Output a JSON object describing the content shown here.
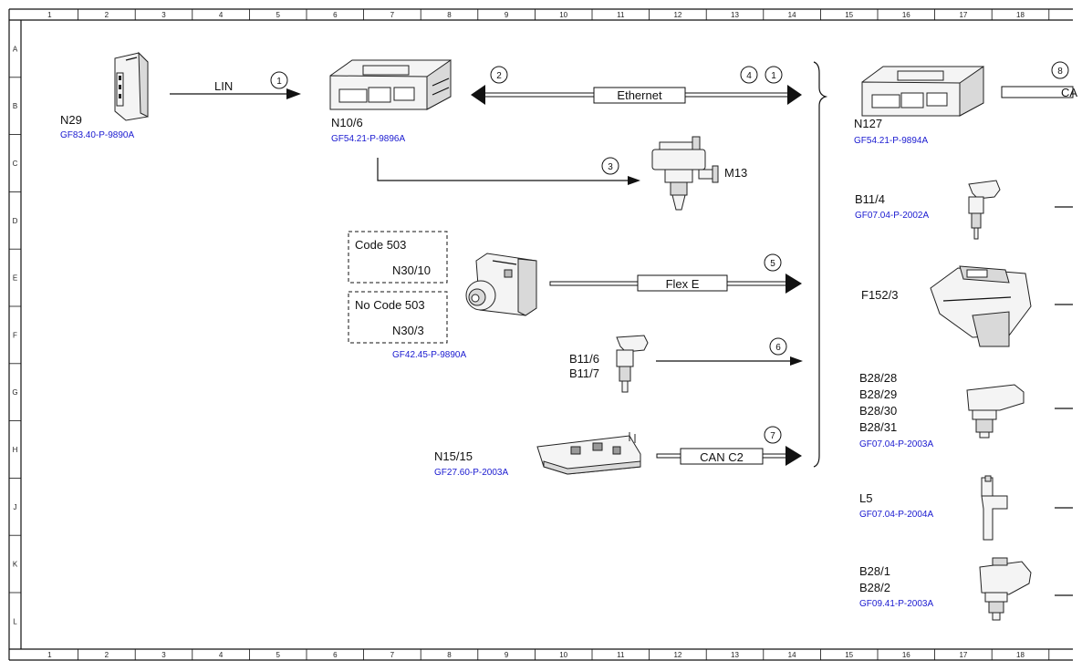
{
  "grid": {
    "columns": [
      "1",
      "2",
      "3",
      "4",
      "5",
      "6",
      "7",
      "8",
      "9",
      "10",
      "11",
      "12",
      "13",
      "14",
      "15",
      "16",
      "17",
      "18"
    ],
    "rows": [
      "A",
      "B",
      "C",
      "D",
      "E",
      "F",
      "G",
      "H",
      "J",
      "K",
      "L"
    ]
  },
  "components": {
    "n29": {
      "label": "N29",
      "ref": "GF83.40-P-9890A"
    },
    "n10_6": {
      "label": "N10/6",
      "ref": "GF54.21-P-9896A"
    },
    "m13": {
      "label": "M13"
    },
    "code_box": {
      "code503": "Code 503",
      "n30_10": "N30/10",
      "no_code503": "No Code 503",
      "n30_3": "N30/3",
      "ref": "GF42.45-P-9890A"
    },
    "b11_6": {
      "label1": "B11/6",
      "label2": "B11/7"
    },
    "n15_15": {
      "label": "N15/15",
      "ref": "GF27.60-P-2003A"
    },
    "n127": {
      "label": "N127",
      "ref": "GF54.21-P-9894A"
    },
    "b11_4": {
      "label": "B11/4",
      "ref": "GF07.04-P-2002A"
    },
    "f152_3": {
      "label": "F152/3"
    },
    "b28_28": {
      "l1": "B28/28",
      "l2": "B28/29",
      "l3": "B28/30",
      "l4": "B28/31",
      "ref": "GF07.04-P-2003A"
    },
    "l5": {
      "label": "L5",
      "ref": "GF07.04-P-2004A"
    },
    "b28_1": {
      "l1": "B28/1",
      "l2": "B28/2",
      "ref": "GF09.41-P-2003A"
    }
  },
  "connections": {
    "lin": {
      "label": "LIN",
      "num": "1"
    },
    "ethernet": {
      "label": "Ethernet",
      "num_left": "2",
      "num_right_a": "4",
      "num_right_b": "1"
    },
    "m13_line": {
      "num": "3"
    },
    "flex": {
      "label": "Flex E",
      "num": "5"
    },
    "b11_line": {
      "num": "6"
    },
    "can": {
      "label": "CAN C2",
      "num": "7"
    },
    "can_right": {
      "label": "CA",
      "num": "8"
    }
  }
}
